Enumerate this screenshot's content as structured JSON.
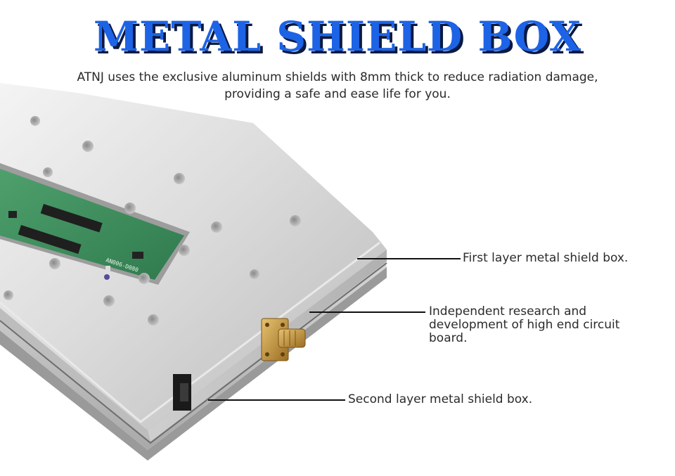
{
  "header": {
    "title": "METAL SHIELD BOX",
    "subtitle_line1": "ATNJ uses the exclusive aluminum shields with 8mm thick to reduce radiation damage,",
    "subtitle_line2": "providing a safe and ease life for you."
  },
  "callouts": {
    "first_layer": "First layer metal shield box.",
    "circuit_line1": "Independent research and",
    "circuit_line2": "development of high end circuit",
    "circuit_line3": "board.",
    "second_layer": "Second layer metal shield box."
  },
  "pcb_silkscreen": "AN006-D080",
  "colors": {
    "title": "#1d63e6",
    "title_shadow": "#0a1a44",
    "metal": "#c8c8c8",
    "pcb": "#3f8f5e",
    "connector": "#c8973a"
  }
}
